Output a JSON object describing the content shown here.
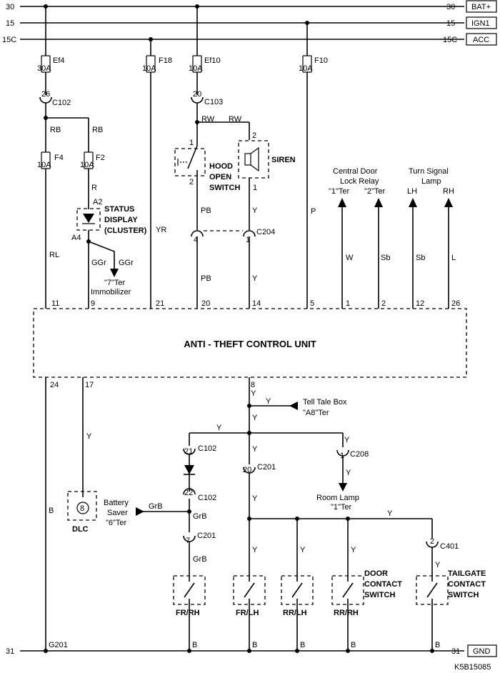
{
  "rails": {
    "bat": {
      "num_left": "30",
      "num_right": "30",
      "label": "BAT+"
    },
    "ign": {
      "num_left": "15",
      "num_right": "15",
      "label": "IGN1"
    },
    "acc": {
      "num_left": "15C",
      "num_right": "15C",
      "label": "ACC"
    },
    "gnd": {
      "num_left": "31",
      "num_right": "31",
      "label": "GND"
    }
  },
  "fuses": {
    "ef4": {
      "name": "Ef4",
      "rating": "30A"
    },
    "f18": {
      "name": "F18",
      "rating": "10A"
    },
    "ef10": {
      "name": "Ef10",
      "rating": "10A"
    },
    "f10": {
      "name": "F10",
      "rating": "10A"
    },
    "f4": {
      "name": "F4",
      "rating": "10A"
    },
    "f2": {
      "name": "F2",
      "rating": "10A"
    }
  },
  "connectors": {
    "c102_top": {
      "pin": "26",
      "name": "C102"
    },
    "c103": {
      "pin": "20",
      "name": "C103"
    },
    "c204_l": {
      "pin": "4"
    },
    "c204_r": {
      "pin": "1",
      "name": "C204"
    },
    "c102_mid": {
      "pin": "21",
      "name": "C102"
    },
    "c201_mid": {
      "pin": "20",
      "name": "C201"
    },
    "c208": {
      "pin": "1",
      "name": "C208"
    },
    "c102_low": {
      "pin": "22",
      "name": "C102"
    },
    "c201_low": {
      "pin": "7",
      "name": "C201"
    },
    "c401": {
      "pin": "2",
      "name": "C401"
    },
    "dlc": {
      "pin": "8",
      "name": "DLC"
    }
  },
  "wires": {
    "rb1": "RB",
    "rb2": "RB",
    "r": "R",
    "rl": "RL",
    "ggr1": "GGr",
    "ggr2": "GGr",
    "yr": "YR",
    "rw1": "RW",
    "rw2": "RW",
    "pb1": "PB",
    "pb2": "PB",
    "y1": "Y",
    "y2": "Y",
    "p": "P",
    "w": "W",
    "sb1": "Sb",
    "sb2": "Sb",
    "l": "L",
    "b": "B",
    "y17": "Y",
    "y8": "Y",
    "ytt": "Y",
    "yc102": "Y",
    "yc208": "Y",
    "yc208b": "Y",
    "yc201": "Y",
    "yc201b": "Y",
    "grb1": "GrB",
    "grb2": "GrB",
    "grb3": "GrB",
    "ybus": "Y",
    "ysw1": "Y",
    "ysw2": "Y",
    "ysw3": "Y",
    "ytg": "Y",
    "b1": "B",
    "b2": "B",
    "b3": "B",
    "b4": "B",
    "b5": "B"
  },
  "components": {
    "status_display": {
      "line1": "STATUS",
      "line2": "DISPLAY",
      "line3": "(CLUSTER)",
      "pin_a2": "A2",
      "pin_a4": "A4"
    },
    "hood": {
      "line1": "HOOD",
      "line2": "OPEN",
      "line3": "SWITCH",
      "pin1": "1",
      "pin2": "2"
    },
    "siren": {
      "label": "SIREN",
      "pin1": "1",
      "pin2": "2"
    },
    "immobilizer": {
      "line1": "\"7\"Ter",
      "line2": "Immobilizer"
    },
    "central_lock": {
      "line1": "Central Door",
      "line2": "Lock Relay",
      "ter1": "\"1\"Ter",
      "ter2": "\"2\"Ter"
    },
    "turn_signal": {
      "line1": "Turn Signal",
      "line2": "Lamp",
      "lh": "LH",
      "rh": "RH"
    },
    "tell_tale": {
      "line1": "Tell Tale Box",
      "line2": "\"A8\"Ter"
    },
    "room_lamp": {
      "line1": "Room Lamp",
      "line2": "\"1\"Ter"
    },
    "battery_saver": {
      "line1": "Battery",
      "line2": "Saver",
      "line3": "\"6\"Ter"
    },
    "door_contact": {
      "line1": "DOOR",
      "line2": "CONTACT",
      "line3": "SWITCH"
    },
    "tailgate_contact": {
      "line1": "TAILGATE",
      "line2": "CONTACT",
      "line3": "SWITCH"
    },
    "sw_fr_rh": "FR/RH",
    "sw_fr_lh": "FR/LH",
    "sw_rr_lh": "RR/LH",
    "sw_rr_rh": "RR/RH"
  },
  "ecu": {
    "title": "ANTI - THEFT CONTROL UNIT",
    "top_pins": [
      "11",
      "9",
      "21",
      "20",
      "14",
      "5",
      "1",
      "2",
      "12",
      "26"
    ],
    "bottom_pins": [
      "24",
      "17",
      "8"
    ]
  },
  "ground": {
    "name": "G201"
  },
  "figure_id": "K5B15085"
}
